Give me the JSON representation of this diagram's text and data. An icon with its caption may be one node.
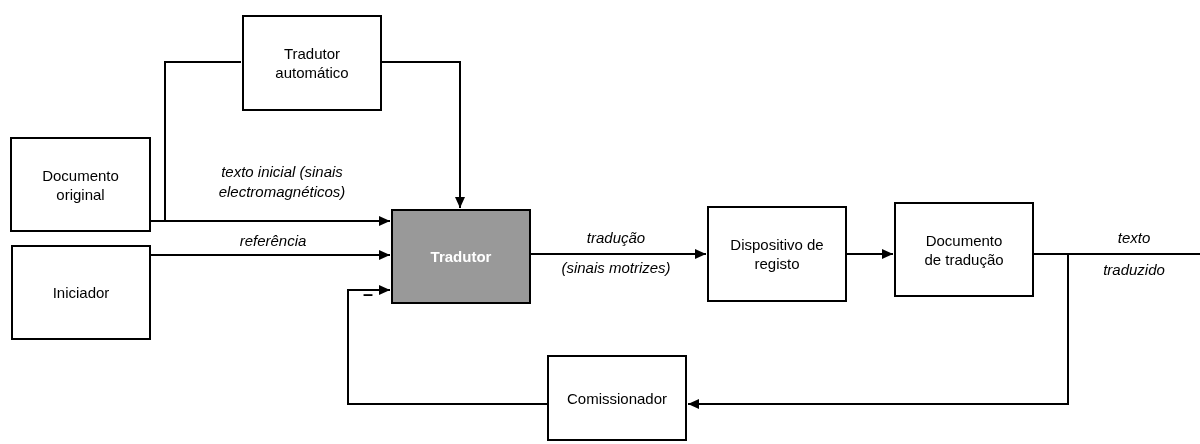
{
  "diagram": {
    "nodes": [
      {
        "text": [
          "Tradutor automático"
        ]
      },
      {
        "text": [
          "Documento original"
        ]
      },
      {
        "text": [
          "Iniciador"
        ]
      },
      {
        "text": [
          "Tradutor"
        ]
      },
      {
        "text": [
          "Dispositivo de registo"
        ]
      },
      {
        "text": [
          "Documento de tradução"
        ]
      },
      {
        "text": [
          "Comissionador"
        ]
      }
    ],
    "edges": [
      {
        "from": 1,
        "to": 3,
        "arrow": "to",
        "label": "texto inicial (sinais electromagnéticos)"
      },
      {
        "from": 1,
        "to": 0,
        "arrow": "none"
      },
      {
        "from": 0,
        "to": 3,
        "arrow": "to"
      },
      {
        "from": 2,
        "to": 3,
        "arrow": "to",
        "label": "referência"
      },
      {
        "from": 3,
        "to": 4,
        "arrow": "to",
        "label": "tradução"
      },
      {
        "from": 4,
        "to": 5,
        "arrow": "to"
      },
      {
        "from": 5,
        "to": 6,
        "arrow": "to"
      },
      {
        "from": 5,
        "to": null,
        "arrow": "none",
        "label": "texto"
      },
      {
        "from": 6,
        "to": 3,
        "arrow": "to"
      }
    ],
    "labels": [
      "(sinais motrizes)",
      "traduzido",
      "–"
    ]
  }
}
